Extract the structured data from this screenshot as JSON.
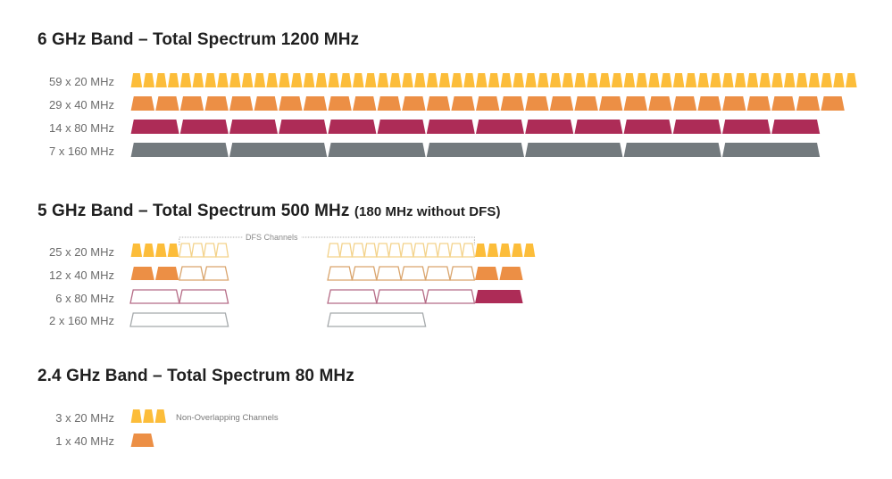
{
  "colors": {
    "ch20": "#fcbd3a",
    "ch40": "#ec8f45",
    "ch80": "#ad2c57",
    "ch160": "#737a7e",
    "ch20_outline": "#f3d28a",
    "ch40_outline": "#d9a46c",
    "ch80_outline": "#b56b86",
    "ch160_outline": "#a5a9ab"
  },
  "bands": [
    {
      "title": "6 GHz Band – Total Spectrum 1200 MHz",
      "subtitle": "",
      "rows": [
        {
          "label": "59 x 20 MHz",
          "count": 59,
          "width_mhz": 20
        },
        {
          "label": "29 x 40 MHz",
          "count": 29,
          "width_mhz": 40
        },
        {
          "label": "14 x 80 MHz",
          "count": 14,
          "width_mhz": 80
        },
        {
          "label": "7 x 160 MHz",
          "count": 7,
          "width_mhz": 160
        }
      ]
    },
    {
      "title": "5 GHz Band – Total Spectrum 500 MHz",
      "subtitle": "(180 MHz without DFS)",
      "dfs_label": "DFS Channels",
      "rows": [
        {
          "label": "25 x 20 MHz",
          "count": 25,
          "width_mhz": 20,
          "left_block": {
            "non_dfs": 4,
            "dfs": 4
          },
          "right_block": {
            "dfs": 12,
            "non_dfs": 5
          }
        },
        {
          "label": "12 x 40 MHz",
          "count": 12,
          "width_mhz": 40,
          "left_block": {
            "non_dfs": 2,
            "dfs": 2
          },
          "right_block": {
            "dfs": 6,
            "non_dfs": 2
          }
        },
        {
          "label": "6 x 80 MHz",
          "count": 6,
          "width_mhz": 80,
          "left_block": {
            "non_dfs": 0,
            "dfs": 2
          },
          "right_block": {
            "dfs": 3,
            "non_dfs": 1
          }
        },
        {
          "label": "2 x 160 MHz",
          "count": 2,
          "width_mhz": 160,
          "left_block": {
            "non_dfs": 0,
            "dfs": 1
          },
          "right_block": {
            "dfs": 1,
            "non_dfs": 0
          }
        }
      ]
    },
    {
      "title": "2.4 GHz Band – Total Spectrum 80 MHz",
      "subtitle": "",
      "note": "Non-Overlapping Channels",
      "rows": [
        {
          "label": "3 x 20 MHz",
          "count": 3,
          "width_mhz": 20
        },
        {
          "label": "1 x 40 MHz",
          "count": 1,
          "width_mhz": 40
        }
      ]
    }
  ]
}
